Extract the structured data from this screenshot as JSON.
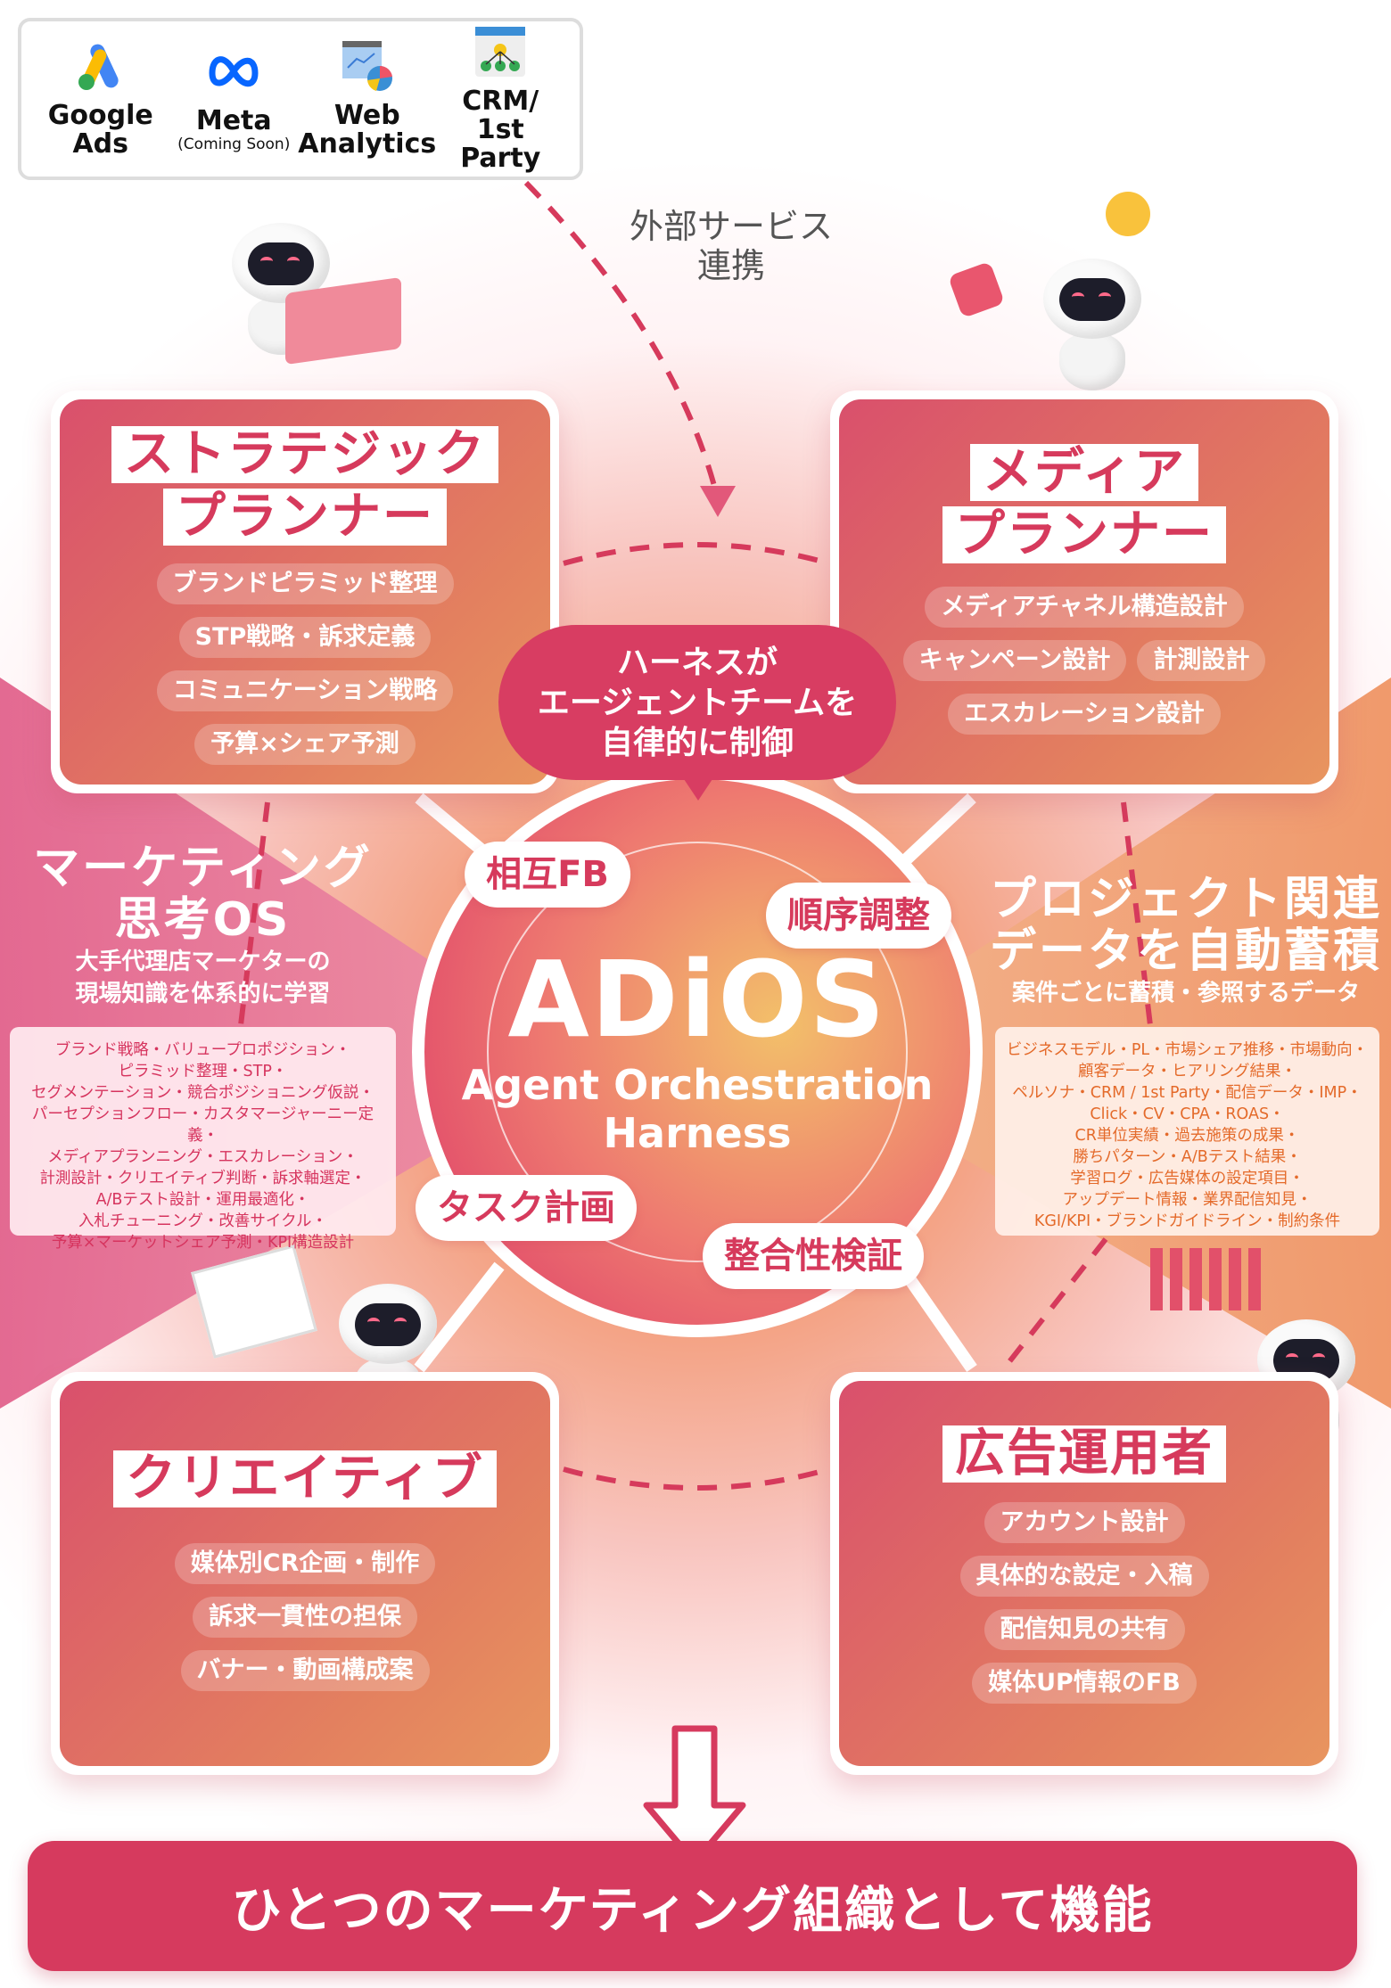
{
  "integrations": [
    {
      "name": "Google Ads",
      "icon": "google-ads-icon"
    },
    {
      "name": "Meta",
      "note": "(Coming Soon)",
      "icon": "meta-icon"
    },
    {
      "name": "Web Analytics",
      "icon": "web-analytics-icon"
    },
    {
      "name": "CRM/ 1st Party",
      "icon": "crm-icon"
    }
  ],
  "external_label": "外部サービス連携",
  "cards": {
    "strategic": {
      "title_lines": [
        "ストラテジック",
        "プランナー"
      ],
      "items": [
        "ブランドピラミッド整理",
        "STP戦略・訴求定義",
        "コミュニケーション戦略",
        "予算×シェア予測"
      ]
    },
    "media": {
      "title_lines": [
        "メディア",
        "プランナー"
      ],
      "items": [
        "メディアチャネル構造設計",
        "キャンペーン設計",
        "計測設計",
        "エスカレーション設計"
      ]
    },
    "creative": {
      "title_lines": [
        "クリエイティブ"
      ],
      "items": [
        "媒体別CR企画・制作",
        "訴求一貫性の担保",
        "バナー・動画構成案"
      ]
    },
    "ads_operator": {
      "title_lines": [
        "広告運用者"
      ],
      "items": [
        "アカウント設計",
        "具体的な設定・入稿",
        "配信知見の共有",
        "媒体UP情報のFB"
      ]
    }
  },
  "harness_bubble": [
    "ハーネスが",
    "エージェントチームを",
    "自律的に制御"
  ],
  "core": {
    "title": "ADiOS",
    "subtitle_lines": [
      "Agent Orchestration",
      "Harness"
    ]
  },
  "core_functions": [
    "相互FB",
    "順序調整",
    "タスク計画",
    "整合性検証"
  ],
  "left_panel": {
    "title_lines": [
      "マーケティング",
      "思考OS"
    ],
    "subtitle_lines": [
      "大手代理店マーケターの",
      "現場知識を体系的に学習"
    ],
    "knowledge_lines": [
      "ブランド戦略・バリュープロポジション・",
      "ピラミッド整理・STP・",
      "セグメンテーション・競合ポジショニング仮説・",
      "パーセプションフロー・カスタマージャーニー定義・",
      "メディアプランニング・エスカレーション・",
      "計測設計・クリエイティブ判断・訴求軸選定・",
      "A/Bテスト設計・運用最適化・",
      "入札チューニング・改善サイクル・",
      "予算×マーケットシェア予測・KPI構造設計"
    ]
  },
  "right_panel": {
    "title_lines": [
      "プロジェクト関連",
      "データを自動蓄積"
    ],
    "subtitle": "案件ごとに蓄積・参照するデータ",
    "data_lines": [
      "ビジネスモデル・PL・市場シェア推移・市場動向・",
      "顧客データ・ヒアリング結果・",
      "ペルソナ・CRM / 1st Party・配信データ・IMP・",
      "Click・CV・CPA・ROAS・",
      "CR単位実績・過去施策の成果・",
      "勝ちパターン・A/Bテスト結果・",
      "学習ログ・広告媒体の設定項目・",
      "アップデート情報・業界配信知見・",
      "KGI/KPI・ブランドガイドライン・制約条件"
    ]
  },
  "bottom_banner": "ひとつのマーケティング組織として機能",
  "colors": {
    "primary": "#d63a5e",
    "orange": "#e8905e",
    "text_dark": "#111111"
  }
}
